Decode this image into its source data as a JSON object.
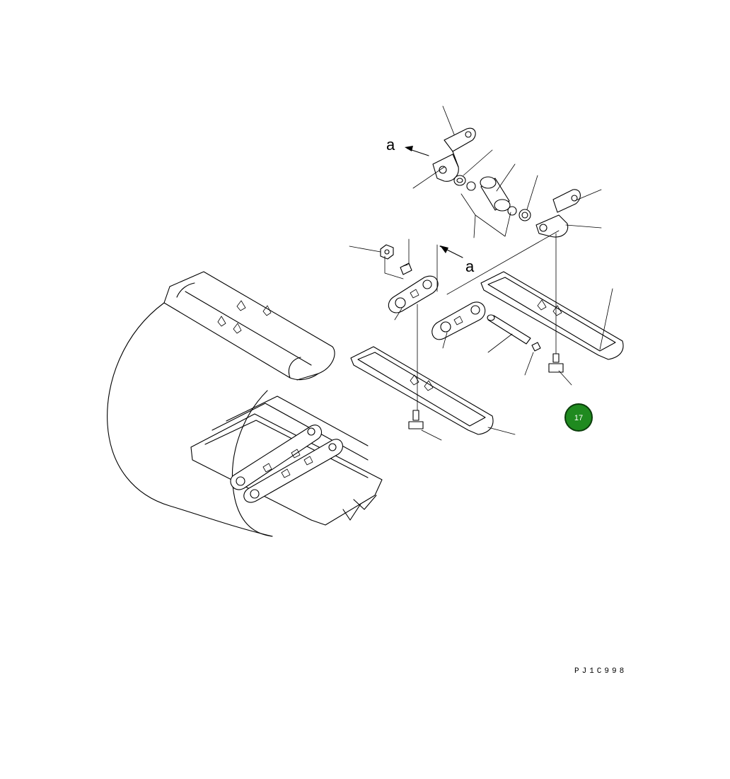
{
  "diagram": {
    "view_label": "a",
    "drawing_code": "PJ1C998",
    "badge_number": "17",
    "colors": {
      "line": "#000000",
      "background": "#ffffff",
      "badge_fill": "#1f8a1f",
      "badge_ring": "#0b3d0b"
    }
  }
}
